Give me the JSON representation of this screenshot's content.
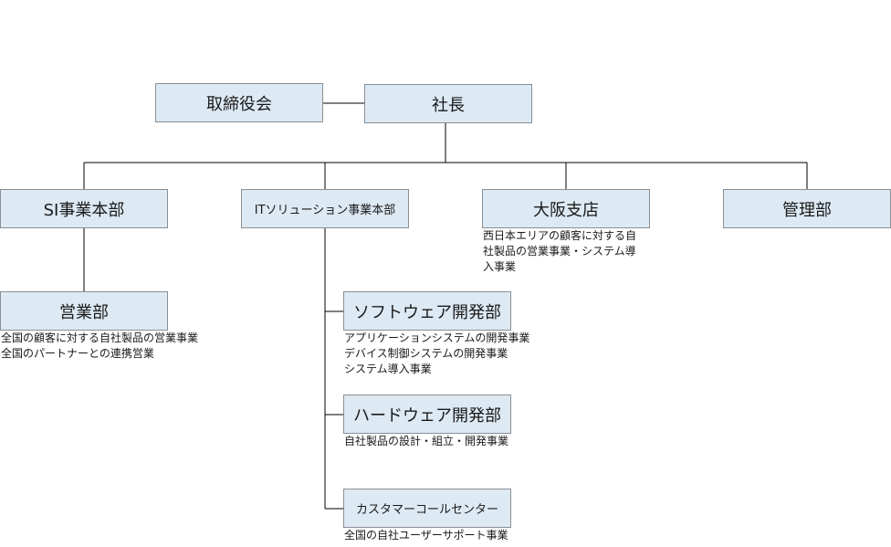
{
  "colors": {
    "box_fill": "#dde9f3",
    "box_border": "#8a8f94",
    "line": "#000000"
  },
  "nodes": {
    "board": {
      "label": "取締役会"
    },
    "president": {
      "label": "社長"
    },
    "si": {
      "label": "SI事業本部"
    },
    "it_solution": {
      "label": "ITソリューション事業本部"
    },
    "osaka": {
      "label": "大阪支店",
      "desc": [
        "西日本エリアの顧客に対する自",
        "社製品の営業事業・システム導",
        "入事業"
      ]
    },
    "admin": {
      "label": "管理部"
    },
    "sales": {
      "label": "営業部",
      "desc": [
        "全国の顧客に対する自社製品の営業事業",
        "全国のパートナーとの連携営業"
      ]
    },
    "software": {
      "label": "ソフトウェア開発部",
      "desc": [
        "アプリケーションシステムの開発事業",
        "デバイス制御システムの開発事業",
        "システム導入事業"
      ]
    },
    "hardware": {
      "label": "ハードウェア開発部",
      "desc": [
        "自社製品の設計・組立・開発事業"
      ]
    },
    "callcenter": {
      "label": "カスタマーコールセンター",
      "desc": [
        "全国の自社ユーザーサポート事業"
      ]
    }
  }
}
